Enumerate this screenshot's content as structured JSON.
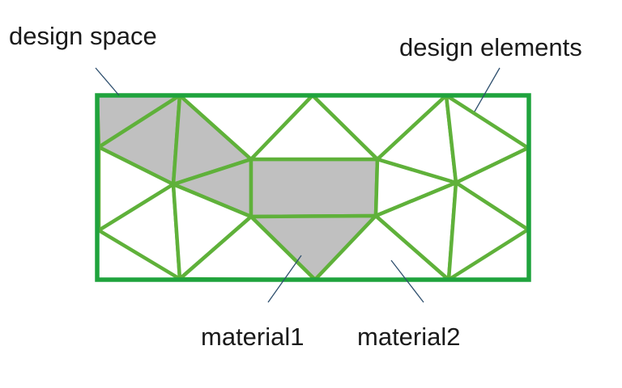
{
  "labels": {
    "design_space": "design space",
    "design_elements": "design elements",
    "material1": "material1",
    "material2": "material2"
  },
  "colors": {
    "frame": "#1fa33d",
    "element_edge": "#5fb13a",
    "material1_fill": "#c0c0c0",
    "material2_fill": "#ffffff",
    "leader": "#2e4f6e",
    "text": "#1a1a1a"
  }
}
